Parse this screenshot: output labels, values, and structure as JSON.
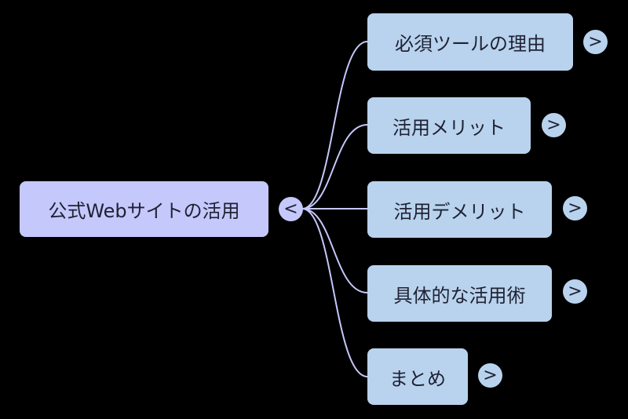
{
  "mindmap": {
    "root": {
      "label": "公式Webサイトの活用",
      "toggle": "<"
    },
    "branches": [
      {
        "label": "必須ツールの理由",
        "toggle": ">"
      },
      {
        "label": "活用メリット",
        "toggle": ">"
      },
      {
        "label": "活用デメリット",
        "toggle": ">"
      },
      {
        "label": "具体的な活用術",
        "toggle": ">"
      },
      {
        "label": "まとめ",
        "toggle": ">"
      }
    ],
    "colors": {
      "background": "#000000",
      "root_fill": "#c5c8fb",
      "branch_fill": "#b9d3ee",
      "connector": "#c5c8fb",
      "text": "#1f2233"
    }
  }
}
